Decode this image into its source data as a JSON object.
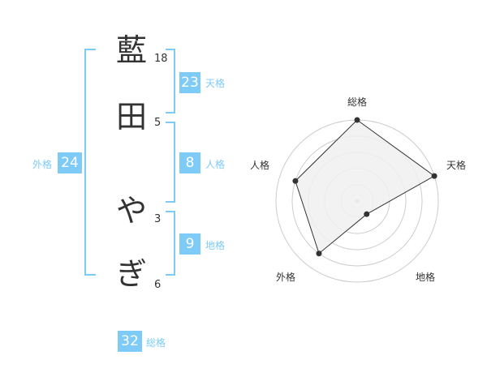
{
  "name": {
    "chars": [
      "藍",
      "田",
      "や",
      "ぎ"
    ],
    "strokes": [
      "18",
      "5",
      "3",
      "6"
    ]
  },
  "fortune": {
    "tenkaku": {
      "label": "天格",
      "value": "23"
    },
    "jinkaku": {
      "label": "人格",
      "value": "8"
    },
    "chikaku": {
      "label": "地格",
      "value": "9"
    },
    "gaikaku": {
      "label": "外格",
      "value": "24"
    },
    "soukaku": {
      "label": "総格",
      "value": "32"
    }
  },
  "colors": {
    "accent": "#7ecbf7",
    "text": "#333333",
    "grid": "#cccccc",
    "fill": "#f0f0f0"
  },
  "chart_data": {
    "type": "radar",
    "axes": [
      "総格",
      "天格",
      "地格",
      "外格",
      "人格"
    ],
    "levels": 5,
    "values": [
      5,
      5,
      1,
      4,
      4
    ],
    "range": [
      0,
      5
    ]
  }
}
